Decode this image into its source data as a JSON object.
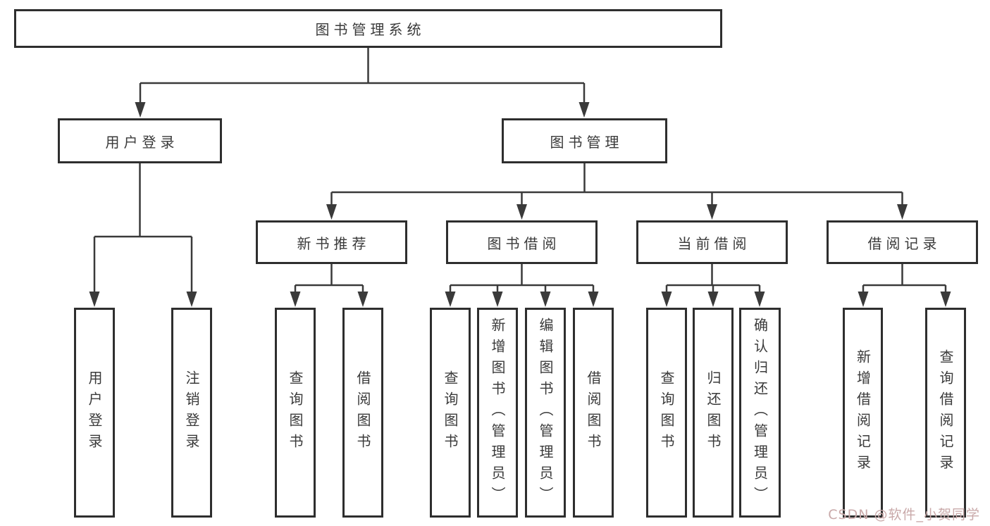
{
  "title": "图书管理系统",
  "watermark": "CSDN @软件_小贺同学",
  "colors": {
    "line": "#3a3a3a",
    "box_border": "#2e2e2e",
    "box_background": "#ffffff",
    "text": "#3a3a3a",
    "watermark": "#c9a9a9"
  },
  "level1": {
    "user_login": "用户登录",
    "book_management": "图书管理"
  },
  "level2": {
    "new_book_recommend": "新书推荐",
    "book_borrow": "图书借阅",
    "current_borrow": "当前借阅",
    "borrow_records": "借阅记录"
  },
  "leaves": {
    "user_login": "用户登录",
    "logout": "注销登录",
    "query_books_newbook": "查询图书",
    "borrow_books_newbook": "借阅图书",
    "query_books_borrow": "查询图书",
    "add_book_admin": "新增图书（管理员）",
    "edit_book_admin": "编辑图书（管理员）",
    "borrow_books_borrow": "借阅图书",
    "query_books_current": "查询图书",
    "return_book": "归还图书",
    "confirm_return_admin": "确认归还（管理员）",
    "add_borrow_record": "新增借阅记录",
    "query_borrow_record": "查询借阅记录"
  }
}
